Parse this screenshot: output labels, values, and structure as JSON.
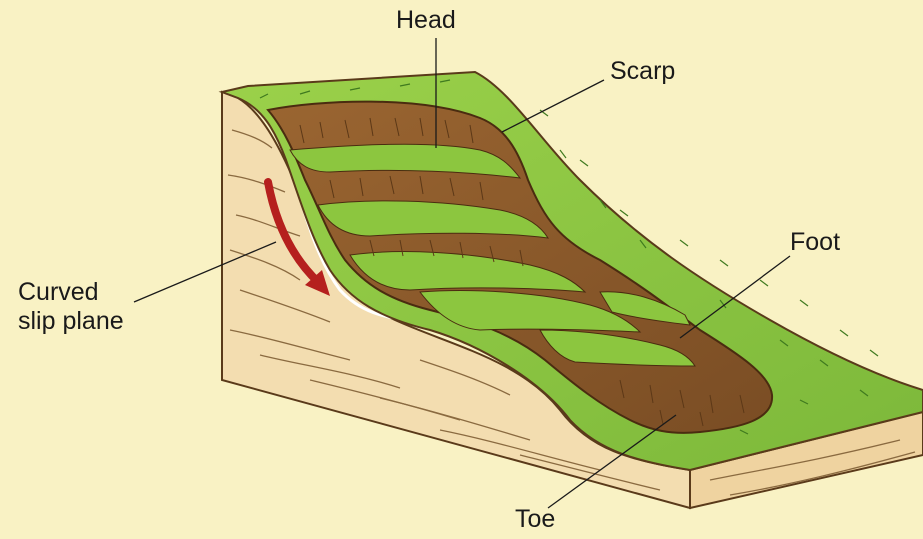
{
  "labels": {
    "head": "Head",
    "scarp": "Scarp",
    "foot": "Foot",
    "curved_slip_plane_line1": "Curved",
    "curved_slip_plane_line2": "slip plane",
    "toe": "Toe"
  },
  "colors": {
    "background": "#f9f2c4",
    "grass": "#8cc63f",
    "grass_dark": "#6fa534",
    "soil": "#8a5a2b",
    "soil_dark": "#6e4420",
    "rock": "#f3ddb0",
    "rock_shadow": "#e5c892",
    "arrow": "#b5201e",
    "slip_line": "#ffffff"
  }
}
